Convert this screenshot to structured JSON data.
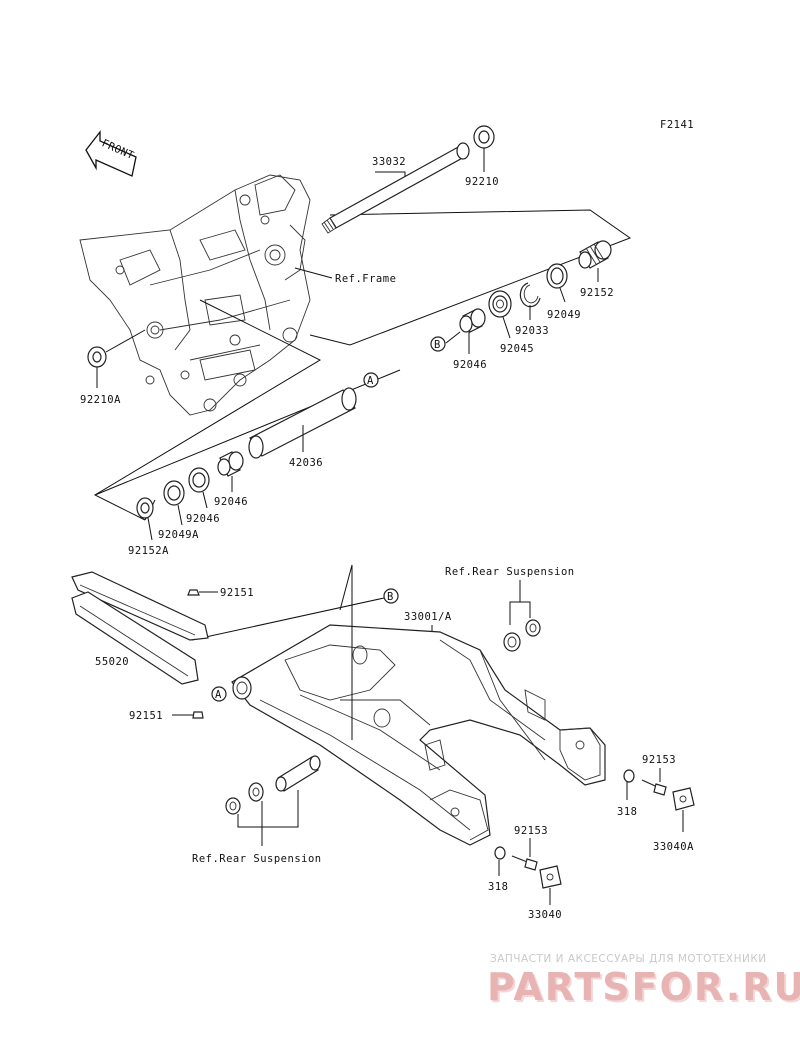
{
  "figure_code": "F2141",
  "front_label": "FRONT",
  "labels": {
    "p33032": "33032",
    "p92210": "92210",
    "ref_frame": "Ref.Frame",
    "p92152": "92152",
    "p92049": "92049",
    "p92033": "92033",
    "p92045": "92045",
    "p92046_top": "92046",
    "p92210A": "92210A",
    "p42036": "42036",
    "p92046_mid": "92046",
    "p92046_low": "92046",
    "p92049A": "92049A",
    "p92152A": "92152A",
    "p92151_top": "92151",
    "ref_rear_susp_top": "Ref.Rear Suspension",
    "p33001A": "33001/A",
    "p55020": "55020",
    "p92151_low": "92151",
    "p92153_right": "92153",
    "p318_right": "318",
    "p33040A": "33040A",
    "p92153_low": "92153",
    "p318_low": "318",
    "p33040": "33040",
    "ref_rear_susp_bottom": "Ref.Rear Suspension"
  },
  "callouts": {
    "A": "A",
    "B": "B"
  },
  "watermark": {
    "tagline": "ЗАПЧАСТИ И АКСЕССУАРЫ ДЛЯ МОТОТЕХНИКИ",
    "brand": "PARTSFOR.RU"
  }
}
